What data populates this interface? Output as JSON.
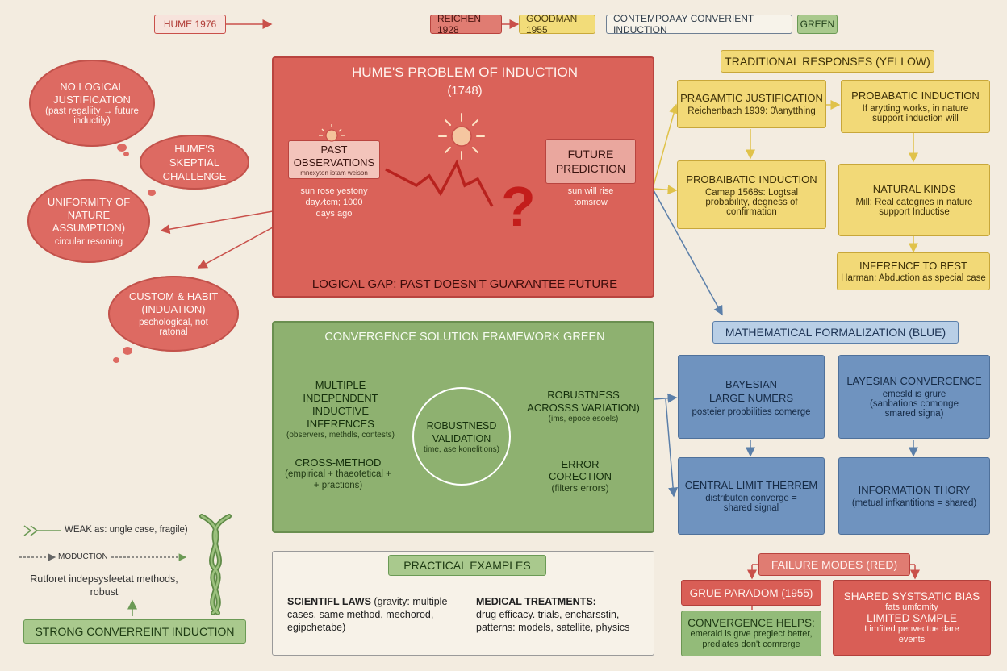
{
  "timeline": {
    "hume": "HUME 1976",
    "reichen": "REICHEN 1928",
    "goodman": "GOODMAN 1955",
    "contemporary": "CONTEMPOAAY CONVERIENT INDUCTION",
    "green": "GREEN"
  },
  "clouds": {
    "c1": {
      "title": "NO LOGICAL JUSTIFICATION",
      "sub": "(past regaliity → future inductily)"
    },
    "c2": {
      "title": "HUME'S SKEPTIAL CHALLENGE"
    },
    "c3": {
      "title": "UNIFORMITY OF NATURE ASSUMPTION)",
      "sub": "circular resoning"
    },
    "c4": {
      "title": "CUSTOM & HABIT (INDUATION)",
      "sub": "pschological, not ratonal"
    }
  },
  "hume_box": {
    "title": "HUME'S PROBLEM OF INDUCTION",
    "year": "(1748)",
    "past_label": "PAST OBSERVATIONS",
    "past_small": "mnexyton iotam weison",
    "past_note": "sun rose yestony day ∕tcm; 1000 days ago",
    "future_label": "FUTURE PREDICTION",
    "future_note": "sun will rise tomsrow",
    "question": "?",
    "gap": "LOGICAL GAP: PAST DOESN'T GUARANTEE FUTURE"
  },
  "convergence": {
    "title": "CONVERGENCE SOLUTION FRAMEWORK GREEN",
    "left1_title": "MULTIPLE INDEPENDENT INDUCTIVE INFERENCES",
    "left1_sub": "(observers, methdls, contests)",
    "left2_title": "CROSS-METHOD",
    "left2_sub": "(empirical + thaeotetical + + practions)",
    "center_title": "ROBUSTNESD VALIDATION",
    "center_sub": "time, ase konelitions)",
    "right1_title": "ROBUSTNESS ACROSSS VARIATION)",
    "right1_sub": "(ims, epoce esoels)",
    "right2_title": "ERROR CORECTION",
    "right2_sub": "(filters errors)"
  },
  "legend": {
    "weak": "WEAK as: ungle case, fragile)",
    "moduction": "MODUCTION",
    "robust": "Rutforet indepsysfeetat methods, robust",
    "strong": "STRONG CONVERREINT INDUCTION"
  },
  "practical": {
    "title": "PRACTICAL EXAMPLES",
    "sci_title": "SCIENTIFL LAWS",
    "sci_rest": " (gravity: multiple cases, same method, mechorod, egipchetabe)",
    "med_title": "MEDICAL TREATMENTS:",
    "med_rest": "drug efficacy. trials, encharsstin, patterns: models, satellite, physics"
  },
  "traditional": {
    "title": "TRADITIONAL RESPONSES (YELLOW)",
    "b1_title": "PRAGAMTIC JUSTIFICATION",
    "b1_sub": "Reichenbach 1939: 0\\anytthing",
    "b2_title": "PROBABATIC INDUCTION",
    "b2_sub": "If arytting works, in nature support induction will",
    "b3_title": "PROBAIBATIC INDUCTION",
    "b3_sub": "Camap 1568s: Logtsal probability, degness of confirmation",
    "b4_title": "NATURAL KINDS",
    "b4_sub": "Mill: Real categries in nature support Inductise",
    "b5_title": "INFERENCE TO BEST",
    "b5_sub": "Harman: Abduction as special case"
  },
  "math": {
    "title": "MATHEMATICAL FORMALIZATION (BLUE)",
    "b1_title": "BAYESIAN LARGE NUMERS",
    "b1_sub": "posteier probbilities comerge",
    "b2_title": "LAYESIAN CONVERCENCE",
    "b2_sub": "emesld is grure (sanbations comonge smared signa)",
    "b3_title": "CENTRAL LIMIT THERREM",
    "b3_sub": "distributon converge = shared signal",
    "b4_title": "INFORMATION THORY",
    "b4_sub": "(metual infkantitions = shared)"
  },
  "failure": {
    "title": "FAILURE MODES (RED)",
    "grue": "GRUE PARADOM (1955)",
    "conv_title": "CONVERGENCE HELPS:",
    "conv_sub": "emerald is grve preglect better, prediates don't comrerge",
    "bias_title": "SHARED SYSTSATIC BIAS",
    "bias_sub1": "fats umfomity",
    "bias_mid": "LIMITED SAMPLE",
    "bias_sub2": "Limfited penvectue dare events"
  }
}
